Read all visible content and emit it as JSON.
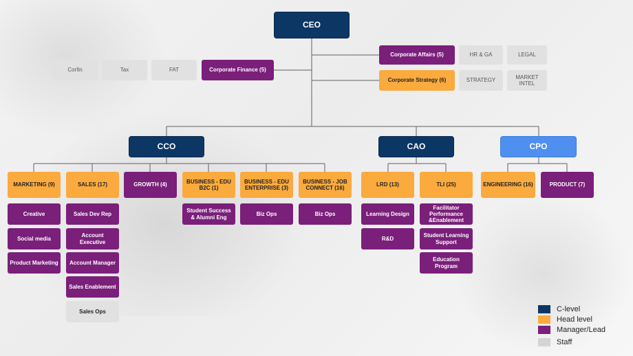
{
  "nodes": {
    "ceo": "CEO",
    "corporate_affairs": "Corporate Affairs (5)",
    "hr_ga": "HR & GA",
    "legal": "LEGAL",
    "corporate_strategy": "Corporate Strategy (6)",
    "strategy": "STRATEGY",
    "market_intel": "MARKET INTEL",
    "corporate_finance": "Corporate Finance (5)",
    "corfin": "Corfin",
    "tax": "Tax",
    "fat": "FAT",
    "cco": "CCO",
    "cao": "CAO",
    "cpo": "CPO",
    "marketing": "MARKETING (9)",
    "sales": "SALES (17)",
    "growth": "GROWTH (4)",
    "edu_b2c": "BUSINESS - EDU B2C (1)",
    "edu_enterprise": "BUSINESS - EDU ENTERPRISE (3)",
    "job_connect": "BUSINESS - JOB CONNECT (16)",
    "lrd": "LRD (13)",
    "tli": "TLI (25)",
    "engineering": "ENGINEERING (16)",
    "product": "PRODUCT (7)",
    "creative": "Creative",
    "social_media": "Social media",
    "product_marketing": "Product Marketing",
    "sales_dev_rep": "Sales Dev Rep",
    "account_executive": "Account Executive",
    "account_manager": "Account Manager",
    "sales_enablement": "Sales Enablement",
    "sales_ops": "Sales Ops",
    "student_success": "Student Success & Alumni Eng",
    "biz_ops_1": "Biz Ops",
    "biz_ops_2": "Biz Ops",
    "learning_design": "Learning Design",
    "rnd": "R&D",
    "facilitator": "Facilitator Performance &Enablement",
    "student_learning_support": "Student Learning Support",
    "education_program": "Education Program"
  },
  "legend": [
    {
      "label": "C-level",
      "color": "#0c3765"
    },
    {
      "label": "Head level",
      "color": "#fbaa3e"
    },
    {
      "label": "Manager/Lead",
      "color": "#7a1f7a"
    },
    {
      "label": "Staff",
      "color": "#d4d4d4"
    }
  ],
  "colors": {
    "c_level": "#0c3765",
    "cpo": "#4f8ff0",
    "head_level": "#fbaa3e",
    "manager": "#7a1f7a",
    "staff": "#e1e1e1",
    "connector": "#5f5f5f"
  }
}
